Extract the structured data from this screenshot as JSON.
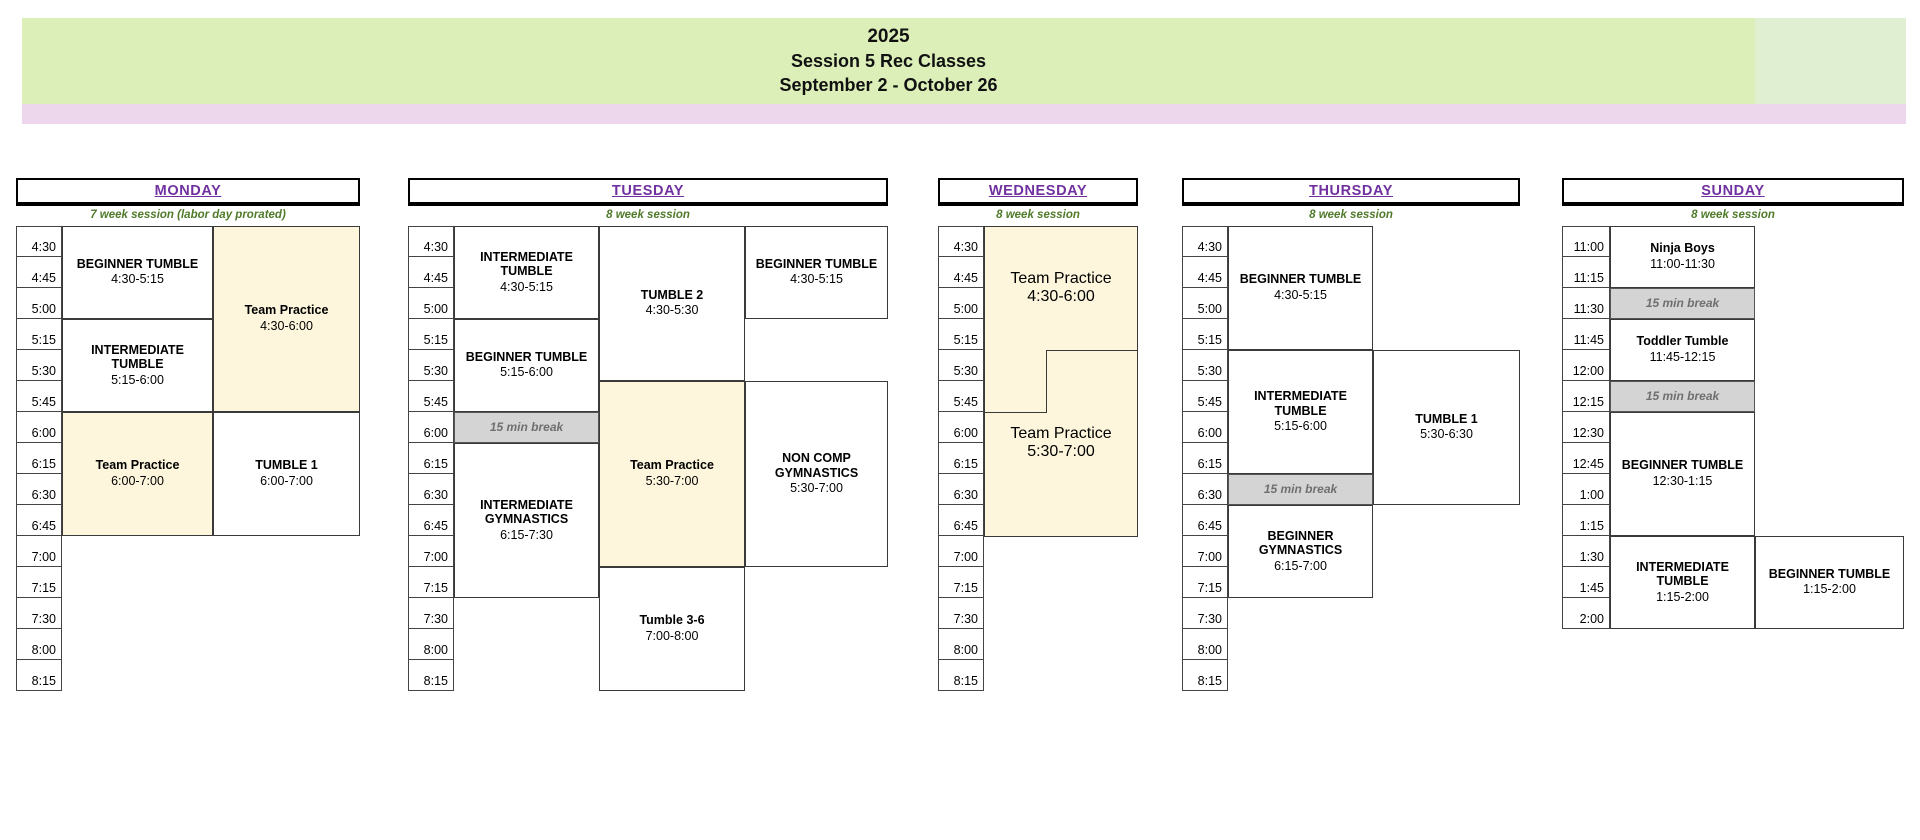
{
  "banner": {
    "line1": "2025",
    "line2": "Session 5 Rec Classes",
    "line3": "September 2 - October 26",
    "green_dark": "#dcefb9",
    "green_light": "#e0efd2",
    "pink": "#ecd7ec"
  },
  "colors": {
    "day_title": "#7030a0",
    "session_note": "#4f7a2a",
    "class_cream": "#fdf6dc",
    "break_gray": "#d4d4d4"
  },
  "days": [
    {
      "name": "MONDAY",
      "session_note": "7 week session (labor day prorated)",
      "times": [
        "4:30",
        "4:45",
        "5:00",
        "5:15",
        "5:30",
        "5:45",
        "6:00",
        "6:15",
        "6:30",
        "6:45",
        "7:00",
        "7:15",
        "7:30",
        "8:00",
        "8:15"
      ],
      "classes": [
        {
          "title": "BEGINNER TUMBLE",
          "hours": "4:30-5:15",
          "style": "white"
        },
        {
          "title": "INTERMEDIATE TUMBLE",
          "hours": "5:15-6:00",
          "style": "white"
        },
        {
          "title": "Team Practice",
          "hours": "4:30-6:00",
          "style": "cream"
        },
        {
          "title": "Team Practice",
          "hours": "6:00-7:00",
          "style": "cream"
        },
        {
          "title": "TUMBLE 1",
          "hours": "6:00-7:00",
          "style": "white"
        }
      ]
    },
    {
      "name": "TUESDAY",
      "session_note": "8 week session",
      "times": [
        "4:30",
        "4:45",
        "5:00",
        "5:15",
        "5:30",
        "5:45",
        "6:00",
        "6:15",
        "6:30",
        "6:45",
        "7:00",
        "7:15",
        "7:30",
        "8:00",
        "8:15"
      ],
      "classes": [
        {
          "title": "INTERMEDIATE TUMBLE",
          "hours": "4:30-5:15",
          "style": "white"
        },
        {
          "title": "BEGINNER TUMBLE",
          "hours": "5:15-6:00",
          "style": "white"
        },
        {
          "title": "15 min break",
          "hours": "",
          "style": "break"
        },
        {
          "title": "INTERMEDIATE GYMNASTICS",
          "hours": "6:15-7:30",
          "style": "white"
        },
        {
          "title": "TUMBLE 2",
          "hours": "4:30-5:30",
          "style": "white"
        },
        {
          "title": "Team Practice",
          "hours": "5:30-7:00",
          "style": "cream"
        },
        {
          "title": "Tumble 3-6",
          "hours": "7:00-8:00",
          "style": "white"
        },
        {
          "title": "BEGINNER TUMBLE",
          "hours": "4:30-5:15",
          "style": "white"
        },
        {
          "title": "NON COMP GYMNASTICS",
          "hours": "5:30-7:00",
          "style": "white"
        }
      ]
    },
    {
      "name": "WEDNESDAY",
      "session_note": "8 week session",
      "times": [
        "4:30",
        "4:45",
        "5:00",
        "5:15",
        "5:30",
        "5:45",
        "6:00",
        "6:15",
        "6:30",
        "6:45",
        "7:00",
        "7:15",
        "7:30",
        "8:00",
        "8:15"
      ],
      "classes": [
        {
          "title": "Team Practice",
          "hours": "4:30-6:00",
          "style": "cream"
        },
        {
          "title": "Team Practice",
          "hours": "5:30-7:00",
          "style": "cream"
        }
      ]
    },
    {
      "name": "THURSDAY",
      "session_note": "8 week session",
      "times": [
        "4:30",
        "4:45",
        "5:00",
        "5:15",
        "5:30",
        "5:45",
        "6:00",
        "6:15",
        "6:30",
        "6:45",
        "7:00",
        "7:15",
        "7:30",
        "8:00",
        "8:15"
      ],
      "classes": [
        {
          "title": "BEGINNER TUMBLE",
          "hours": "4:30-5:15",
          "style": "white"
        },
        {
          "title": "INTERMEDIATE TUMBLE",
          "hours": "5:15-6:00",
          "style": "white"
        },
        {
          "title": "15 min break",
          "hours": "",
          "style": "break"
        },
        {
          "title": "BEGINNER GYMNASTICS",
          "hours": "6:15-7:00",
          "style": "white"
        },
        {
          "title": "TUMBLE 1",
          "hours": "5:30-6:30",
          "style": "white"
        }
      ]
    },
    {
      "name": "SUNDAY",
      "session_note": "8 week session",
      "times": [
        "11:00",
        "11:15",
        "11:30",
        "11:45",
        "12:00",
        "12:15",
        "12:30",
        "12:45",
        "1:00",
        "1:15",
        "1:30",
        "1:45",
        "2:00"
      ],
      "classes": [
        {
          "title": "Ninja Boys",
          "hours": "11:00-11:30",
          "style": "white"
        },
        {
          "title": "15 min break",
          "hours": "",
          "style": "break"
        },
        {
          "title": "Toddler Tumble",
          "hours": "11:45-12:15",
          "style": "white"
        },
        {
          "title": "15 min break",
          "hours": "",
          "style": "break"
        },
        {
          "title": "BEGINNER TUMBLE",
          "hours": "12:30-1:15",
          "style": "white"
        },
        {
          "title": "INTERMEDIATE TUMBLE",
          "hours": "1:15-2:00",
          "style": "white"
        },
        {
          "title": "BEGINNER TUMBLE",
          "hours": "1:15-2:00",
          "style": "white"
        }
      ]
    }
  ]
}
